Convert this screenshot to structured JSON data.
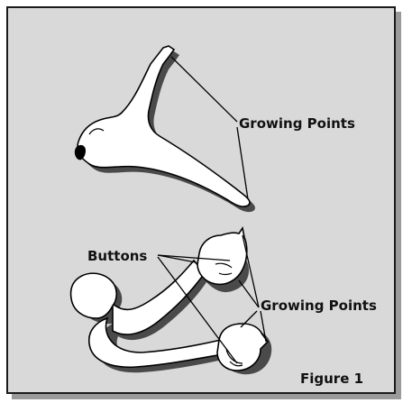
{
  "figure": {
    "caption": "Figure 1",
    "labels": {
      "growing_points_top": "Growing Points",
      "buttons": "Buttons",
      "growing_points_bottom": "Growing Points"
    }
  },
  "colors": {
    "panel_background": "#d9d9d9",
    "panel_border": "#1a1a1a",
    "shadow": "#4a4a4a",
    "specimen_fill": "#ffffff",
    "outline": "#000000"
  }
}
